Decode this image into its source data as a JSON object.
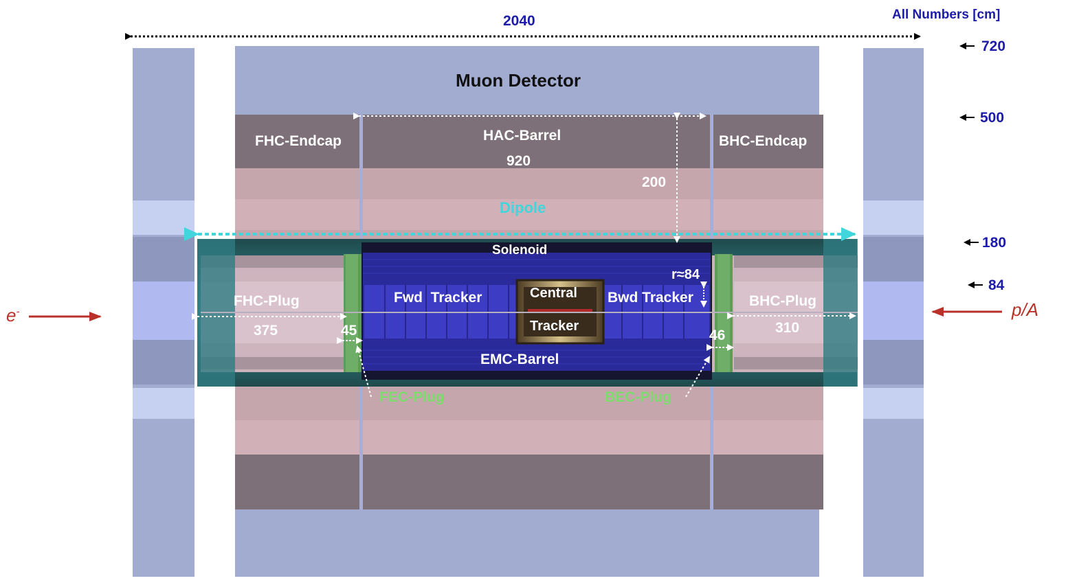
{
  "units_note": "All Numbers [cm]",
  "overall_length": "2040",
  "radius_markers": [
    "720",
    "500",
    "180",
    "84"
  ],
  "components": {
    "muon": "Muon Detector",
    "fhc_endcap": "FHC-Endcap",
    "hac_barrel": "HAC-Barrel",
    "bhc_endcap": "BHC-Endcap",
    "dipole": "Dipole",
    "solenoid": "Solenoid",
    "fwd_tracker": "Fwd  Tracker",
    "central_tracker_1": "Central",
    "central_tracker_2": "Tracker",
    "bwd_tracker": "Bwd Tracker",
    "emc_barrel": "EMC-Barrel",
    "fhc_plug": "FHC-Plug",
    "bhc_plug": "BHC-Plug",
    "fec_plug": "FEC-Plug",
    "bec_plug": "BEC-Plug"
  },
  "dimensions": {
    "hac_length": "920",
    "hac_thickness": "200",
    "inner_radius": "r≈84",
    "fhc_plug_length": "375",
    "fec_plug_length": "45",
    "bec_plug_length": "46",
    "bhc_plug_length": "310"
  },
  "beams": {
    "electron_base": "e",
    "electron_sup": "-",
    "proton": "p/A"
  },
  "colors": {
    "muon": "#a2acd0",
    "hac_dark": "#7e7078",
    "hac_pink": "#c6a6ad",
    "emc": "#2a2a9a",
    "dimension_text": "#1c1ca8",
    "dipole": "#41d6dc",
    "plug_green": "#7ddc6e",
    "beam_red": "#b8322a"
  }
}
